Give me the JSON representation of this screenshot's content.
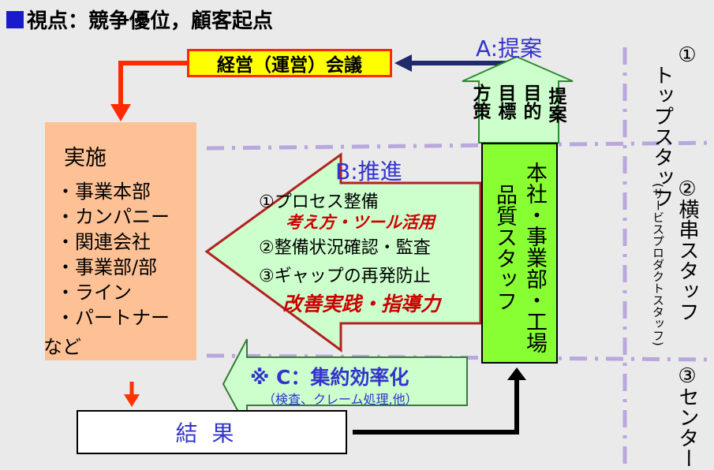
{
  "title": "視点：競争優位，顧客起点",
  "meeting": "経営（運営）会議",
  "label_a": "A:提案",
  "proposal_items": [
    "提案",
    "目的",
    "目標",
    "方策"
  ],
  "implementation": {
    "heading": "実施",
    "items": [
      "・事業本部",
      "・カンパニー",
      "・関連会社",
      "・事業部/部",
      "・ライン",
      "・パートナー"
    ],
    "tail": "など"
  },
  "label_b": "B:推進",
  "promotion": {
    "line1": "①プロセス整備",
    "line2": "考え方・ツール活用",
    "line3": "②整備状況確認・監査",
    "line4": "③ギャップの再発防止",
    "line5": "改善実践・指導力"
  },
  "quality_staff": {
    "col1": "本社・事業部・工場",
    "col2": "品質スタッフ"
  },
  "label_c": {
    "main": "※ C：集約効率化",
    "sub": "（検査、クレーム処理,他）"
  },
  "result": "結果",
  "side": {
    "top_num": "①",
    "top_label": "トップスタッフ",
    "mid_num": "②",
    "mid_label": "横串スタッフ",
    "mid_sub": "(サービスプロダクトスタッフ)",
    "bottom_num": "③",
    "bottom_label": "センター"
  },
  "colors": {
    "title_square": "#1a1acc",
    "accent_blue": "#3333cc",
    "meeting_fill": "#ffff00",
    "meeting_border": "#ff2a00",
    "impl_fill": "#fec196",
    "arrow_green": "#ccffcc",
    "quality_fill": "#88ff33",
    "dash_purple": "#b9a7dd",
    "emphasis_red": "#cc0000"
  }
}
